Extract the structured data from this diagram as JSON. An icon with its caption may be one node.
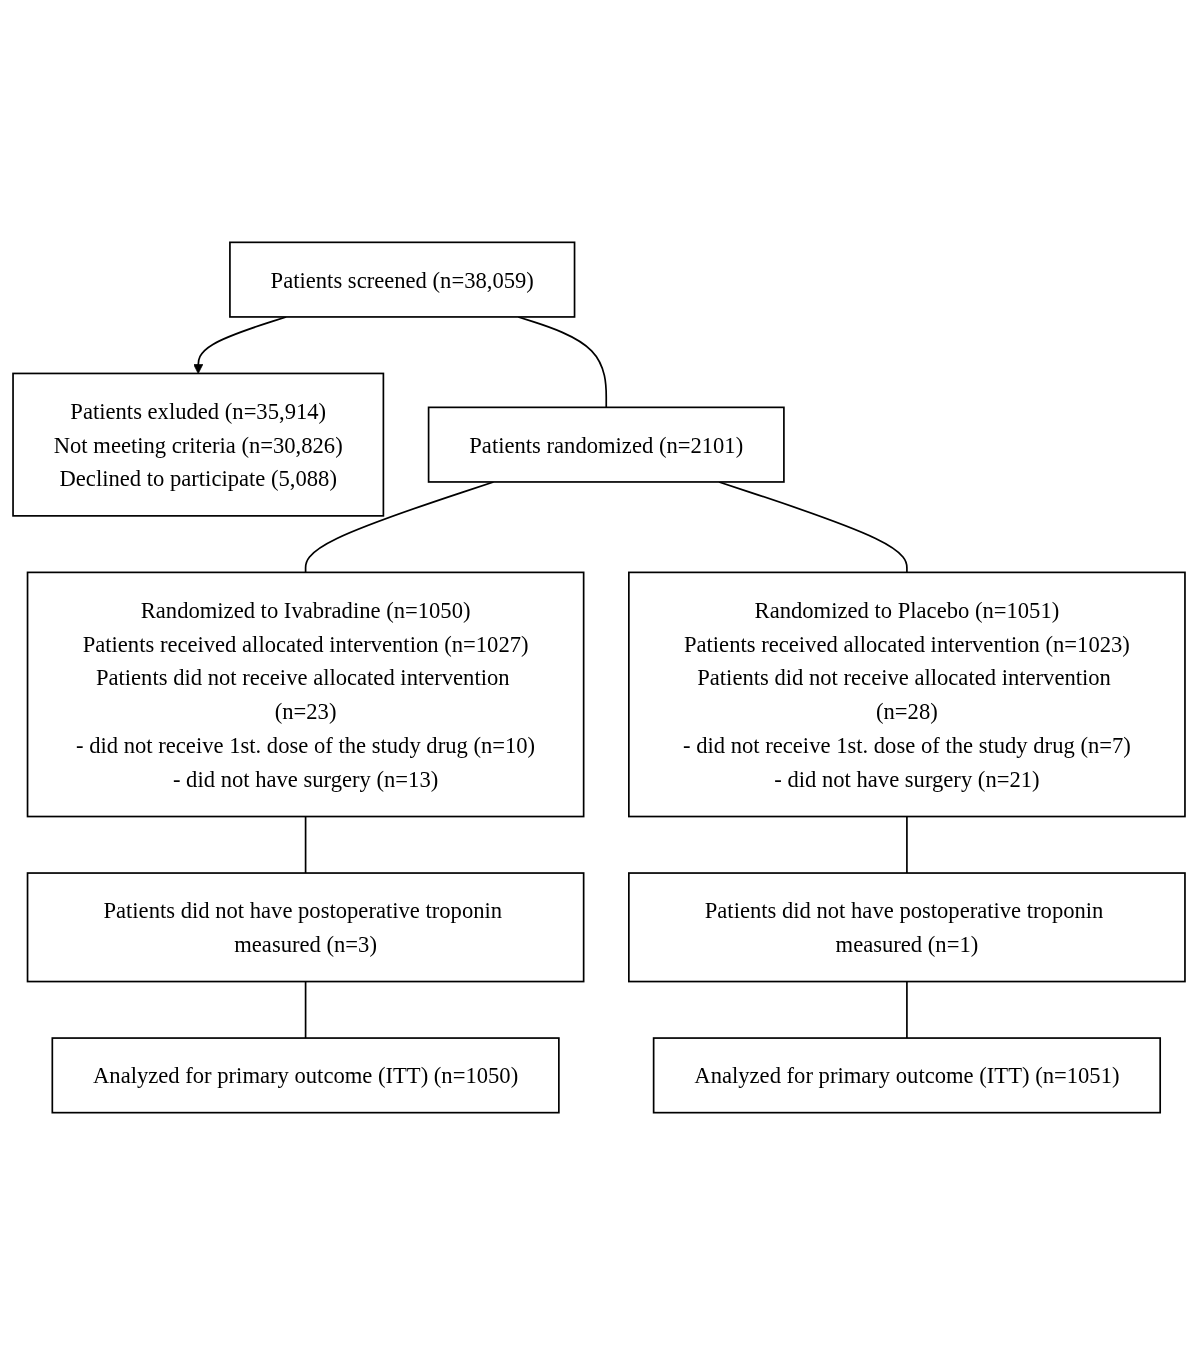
{
  "diagram": {
    "nodes": [
      {
        "text": [
          "Patients screened (n=38,059)"
        ]
      },
      {
        "text": [
          "Patients exluded (n=35,914)",
          "Not meeting criteria (n=30,826)",
          "Declined to participate (5,088)"
        ]
      },
      {
        "text": [
          "Patients randomized (n=2101)"
        ]
      },
      {
        "text": [
          "Randomized to Ivabradine (n=1050)",
          "Patients received allocated intervention (n=1027)",
          "Patients did not receive allocated intervention (n=23)",
          "- did not receive 1st. dose of the study drug (n=10)",
          "- did not have surgery (n=13)"
        ]
      },
      {
        "text": [
          "Randomized to Placebo (n=1051)",
          "Patients received allocated intervention (n=1023)",
          "Patients did not receive allocated intervention (n=28)",
          "- did not receive 1st. dose of the study drug (n=7)",
          "- did not have surgery (n=21)"
        ]
      },
      {
        "text": [
          "Patients did not have postoperative troponin measured (n=3)"
        ]
      },
      {
        "text": [
          "Patients did not have postoperative troponin measured (n=1)"
        ]
      },
      {
        "text": [
          "Analyzed for primary outcome (ITT) (n=1050)"
        ]
      },
      {
        "text": [
          "Analyzed for primary outcome (ITT) (n=1051)"
        ]
      }
    ],
    "edges": [
      {
        "from": 0,
        "to": 2,
        "arrow": "none"
      },
      {
        "from": 0,
        "to": 1,
        "arrow": "to"
      },
      {
        "from": 2,
        "to": 3,
        "arrow": "none"
      },
      {
        "from": 2,
        "to": 4,
        "arrow": "none"
      },
      {
        "from": 3,
        "to": 5,
        "arrow": "none"
      },
      {
        "from": 4,
        "to": 6,
        "arrow": "none"
      },
      {
        "from": 5,
        "to": 7,
        "arrow": "none"
      },
      {
        "from": 6,
        "to": 8,
        "arrow": "none"
      }
    ]
  }
}
